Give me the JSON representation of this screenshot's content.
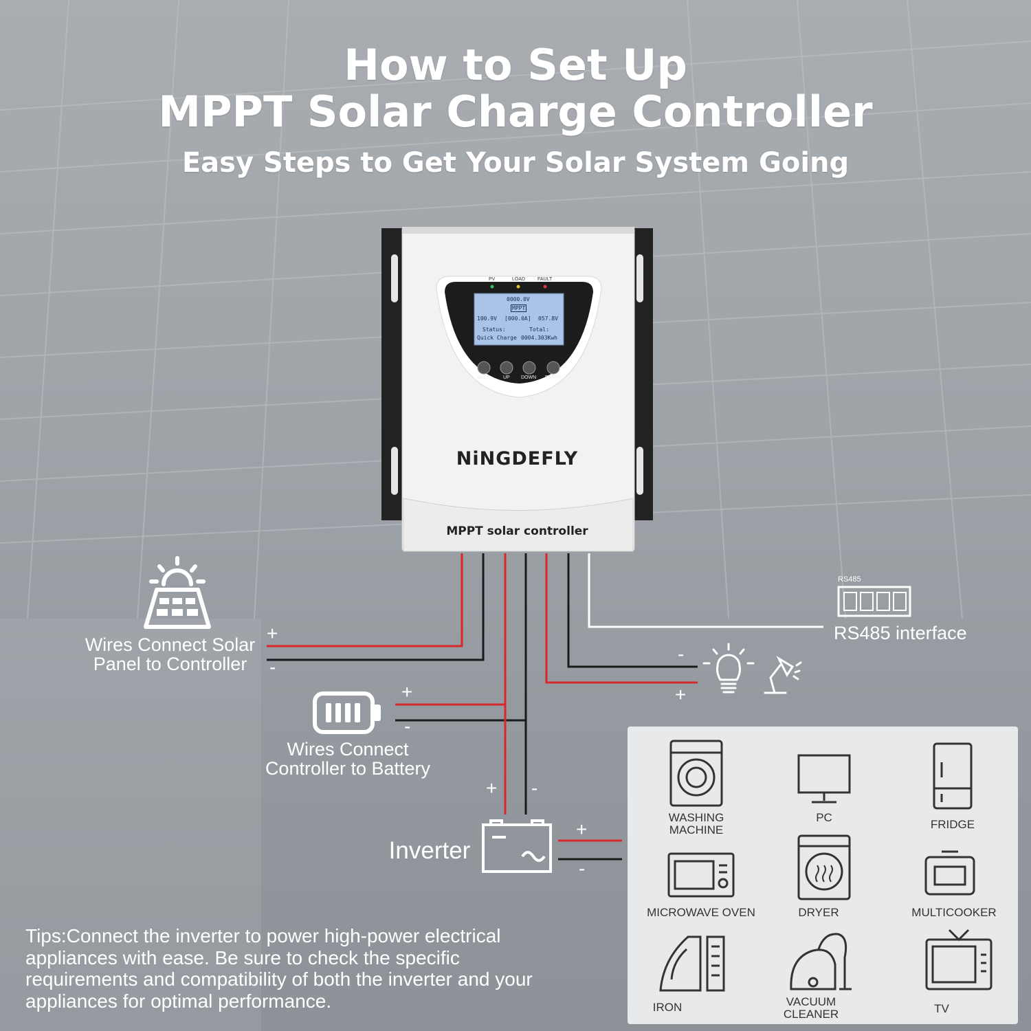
{
  "header": {
    "title_line1": "How to Set Up",
    "title_line2": "MPPT Solar Charge Controller",
    "subtitle": "Easy Steps to Get Your Solar System Going"
  },
  "controller": {
    "brand": "NiNGDEFLY",
    "model_label": "MPPT solar controller",
    "leds": [
      "PV",
      "LOAD",
      "FAULT"
    ],
    "buttons": [
      "BACK",
      "UP",
      "DOWN",
      "ENTER"
    ],
    "lcd": {
      "top_voltage": "0000.0V",
      "mode": "MPPT",
      "pv_voltage": "100.9V",
      "current": "[000.0A]",
      "battery_voltage": "057.8V",
      "status_label": "Status:",
      "status_value": "Quick Charge",
      "total_label": "Total:",
      "total_value": "0004.303Kwh"
    }
  },
  "connections": {
    "solar_label": "Wires Connect Solar Panel to Controller",
    "battery_label": "Wires Connect Controller to Battery",
    "inverter_label": "Inverter",
    "rs485_small": "RS485",
    "rs485_label": "RS485 interface",
    "plus": "+",
    "minus": "-"
  },
  "appliances": [
    {
      "name": "WASHING MACHINE",
      "icon": "washing-machine-icon"
    },
    {
      "name": "PC",
      "icon": "pc-monitor-icon"
    },
    {
      "name": "FRIDGE",
      "icon": "fridge-icon"
    },
    {
      "name": "MICROWAVE OVEN",
      "icon": "microwave-icon"
    },
    {
      "name": "DRYER",
      "icon": "dryer-icon"
    },
    {
      "name": "MULTICOOKER",
      "icon": "multicooker-icon"
    },
    {
      "name": "IRON",
      "icon": "iron-icon"
    },
    {
      "name": "VACUUM CLEANER",
      "icon": "vacuum-cleaner-icon"
    },
    {
      "name": "TV",
      "icon": "tv-icon"
    }
  ],
  "tips": "Tips:Connect the inverter to power high-power electrical appliances with ease. Be sure to check the specific requirements and compatibility of both the inverter and your appliances for optimal performance.",
  "colors": {
    "wire_red": "#d8262b",
    "wire_black": "#1a1a1a",
    "wire_white": "#ffffff",
    "lcd_blue": "#a9c4e8"
  }
}
